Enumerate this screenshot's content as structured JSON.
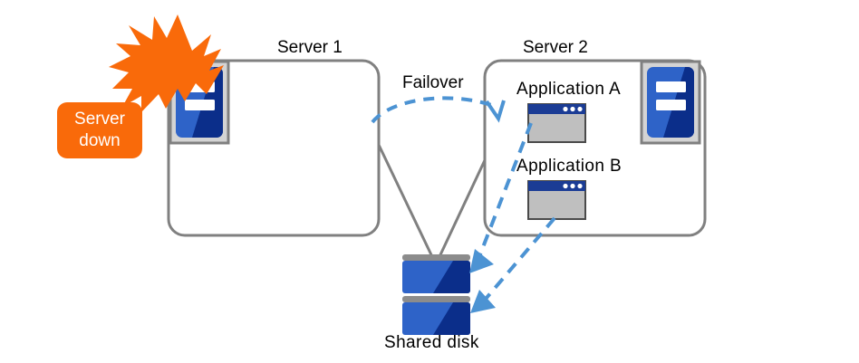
{
  "diagram": {
    "title": "Cluster failover diagram",
    "type": "failover-architecture"
  },
  "labels": {
    "server1": "Server 1",
    "server2": "Server 2",
    "failover": "Failover",
    "application_a": "Application  A",
    "application_b": "Application  B",
    "shared_disk": "Shared disk",
    "server_down_line1": "Server",
    "server_down_line2": "down"
  },
  "icons": {
    "server1": "server-tower-icon",
    "server2": "server-tower-icon",
    "app_a": "application-window-icon",
    "app_b": "application-window-icon",
    "disk": "shared-disk-icon",
    "lightning": "lightning-bolt-icon",
    "failover_arrow": "curved-dashed-arrow-icon",
    "access_arrow_a": "dashed-arrow-icon",
    "access_arrow_b": "dashed-arrow-icon"
  },
  "colors": {
    "accent_orange": "#F96A0A",
    "server_box_border": "#808080",
    "server_icon_frame": "#D4D4D4",
    "server_icon_frame_border": "#808080",
    "blue_light": "#2E63C8",
    "blue_dark": "#0B2E8A",
    "app_titlebar": "#1B3C95",
    "app_body": "#BFBFBF",
    "arrow_blue": "#4C93D3",
    "disk_bar_gray": "#8C8C8C",
    "text": "#000000",
    "background": "#FFFFFF"
  }
}
